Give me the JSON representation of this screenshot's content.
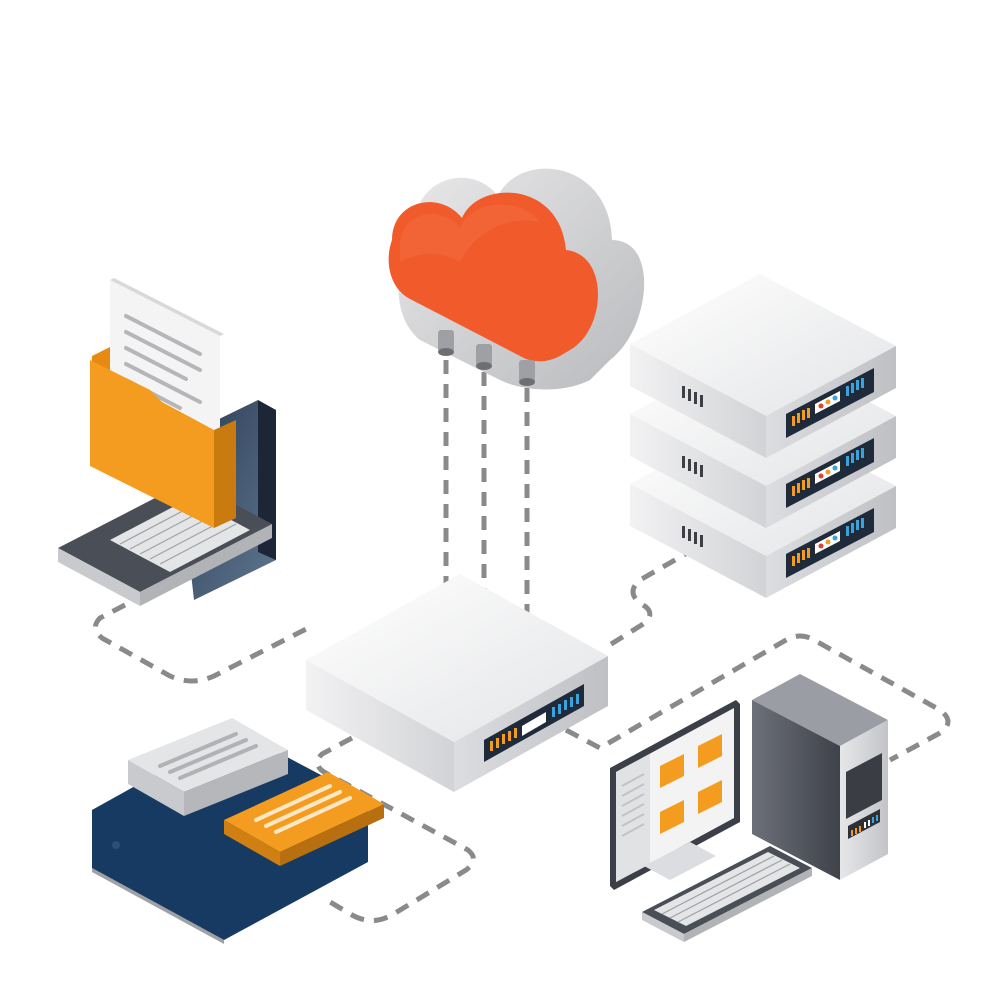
{
  "diagram": {
    "nodes": [
      {
        "id": "cloud",
        "icon": "cloud-icon"
      },
      {
        "id": "server-rack",
        "icon": "server-rack-icon"
      },
      {
        "id": "router",
        "icon": "router-icon"
      },
      {
        "id": "laptop",
        "icon": "laptop-icon"
      },
      {
        "id": "folder",
        "icon": "folder-icon"
      },
      {
        "id": "tablet",
        "icon": "tablet-icon"
      },
      {
        "id": "desktop",
        "icon": "desktop-computer-icon"
      }
    ],
    "connections": [
      {
        "from": "cloud",
        "to": "router",
        "style": "dashed"
      },
      {
        "from": "laptop",
        "to": "router",
        "style": "dashed"
      },
      {
        "from": "server-rack",
        "to": "router",
        "style": "dashed"
      },
      {
        "from": "tablet",
        "to": "router",
        "style": "dashed"
      },
      {
        "from": "desktop",
        "to": "router",
        "style": "dashed"
      }
    ],
    "colors": {
      "cloud": "#f15a2b",
      "folder": "#f39c1f",
      "device_gray": "#d8d9db",
      "tablet_screen": "#173a63",
      "connector": "#8a8a8a",
      "led_orange": "#f39c1f",
      "led_blue": "#3ba3dc"
    }
  }
}
